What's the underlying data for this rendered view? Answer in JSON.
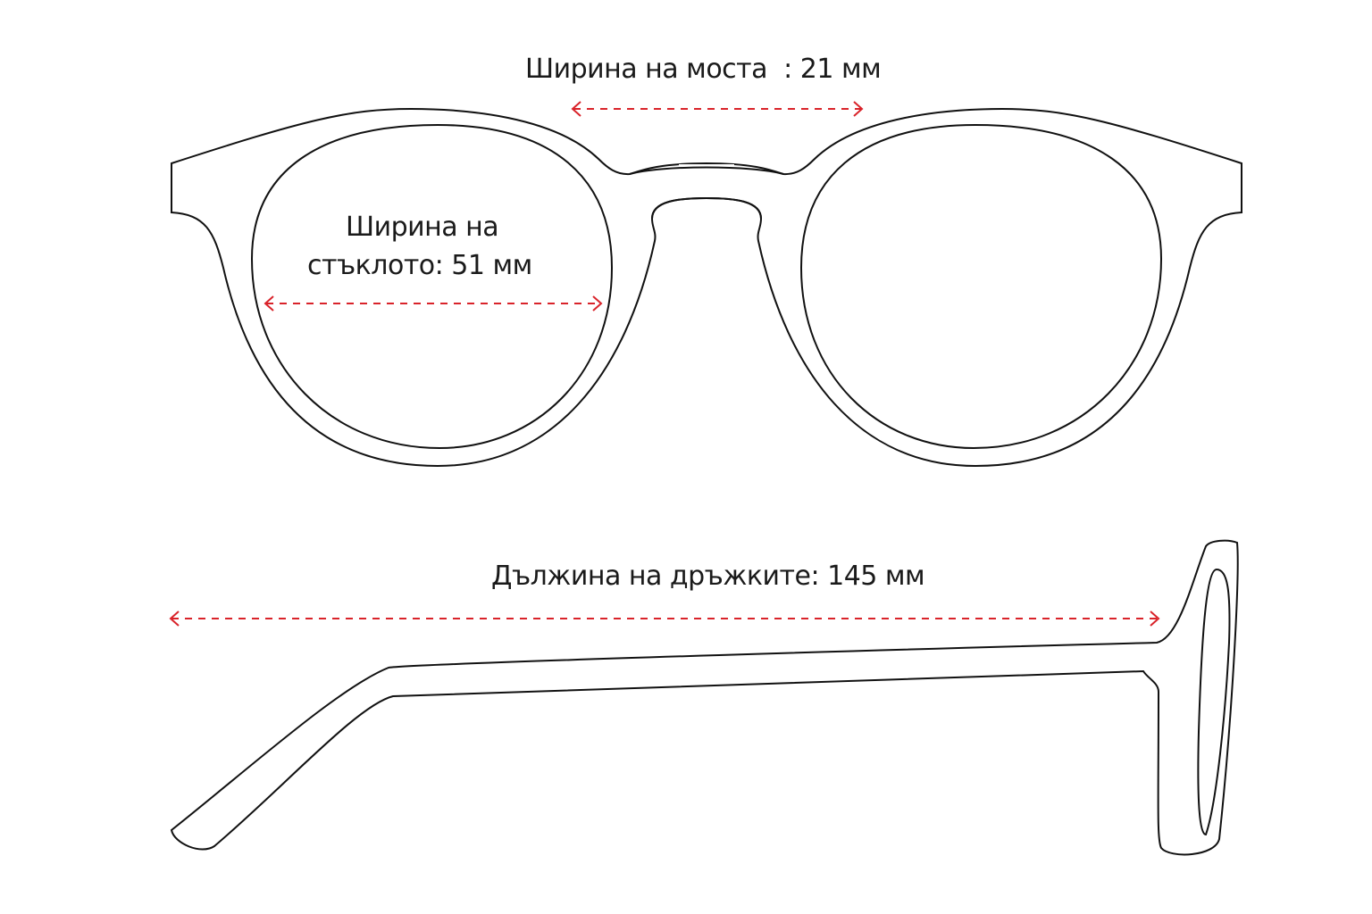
{
  "labels": {
    "bridge_width": "Ширина на моста  : 21 мм",
    "lens_width_line1": "Ширина на",
    "lens_width_line2": "стъклото: 51 мм",
    "temple_length": "Дължина на дръжките: 145 мм"
  },
  "colors": {
    "outline": "#111111",
    "dimension": "#d9232a"
  }
}
